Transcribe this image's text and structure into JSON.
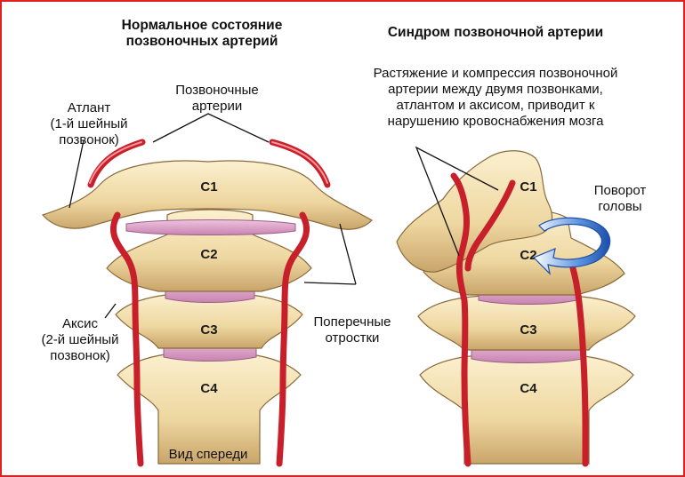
{
  "left": {
    "title": [
      "Нормальное состояние",
      "позвоночных артерий"
    ],
    "vertebral_arteries": [
      "Позвоночные",
      "артерии"
    ],
    "atlas": [
      "Атлант",
      "(1-й шейный",
      "позвонок)"
    ],
    "axis": [
      "Аксис",
      "(2-й шейный",
      "позвонок)"
    ],
    "transverse_processes": [
      "Поперечные",
      "отростки"
    ],
    "front_view": "Вид спереди",
    "vertebra_labels": [
      "C1",
      "C2",
      "C3",
      "C4"
    ]
  },
  "right": {
    "title": "Синдром позвоночной артерии",
    "description": [
      "Растяжение и компрессия позвоночной",
      "артерии между двумя позвонками,",
      "атлантом и аксисом, приводит к",
      "нарушению кровоснабжения мозга"
    ],
    "head_rotation": [
      "Поворот",
      "головы"
    ],
    "vertebra_labels": [
      "C1",
      "C2",
      "C3",
      "C4"
    ]
  },
  "colors": {
    "border": "#e02020",
    "bone": "#f4e3b2",
    "bone_shadow": "#c9a76b",
    "disc": "#dca0c8",
    "artery": "#c8202a",
    "arrow": "#2a66c4"
  }
}
